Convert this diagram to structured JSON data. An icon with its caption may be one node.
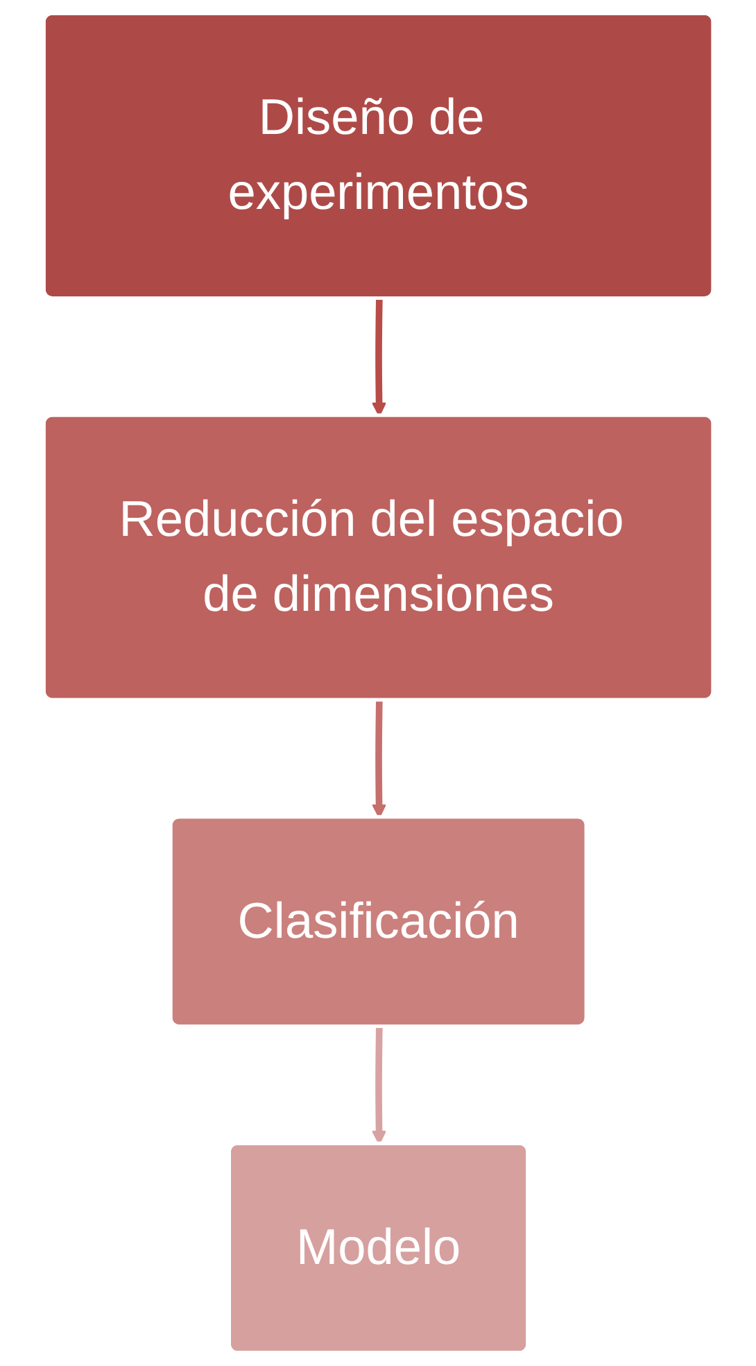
{
  "diagram": {
    "nodes": [
      {
        "text": [
          "Diseño de experimentos"
        ]
      },
      {
        "text": [
          "Reducción del espacio de dimensiones"
        ]
      },
      {
        "text": [
          "Clasificación"
        ]
      },
      {
        "text": [
          "Modelo"
        ]
      }
    ],
    "edges": [
      {
        "from": 0,
        "to": 1,
        "arrow": "to",
        "color": "#b84c48"
      },
      {
        "from": 1,
        "to": 2,
        "arrow": "to",
        "color": "#c5706d"
      },
      {
        "from": 2,
        "to": 3,
        "arrow": "to",
        "color": "#d7a3a2"
      }
    ]
  }
}
